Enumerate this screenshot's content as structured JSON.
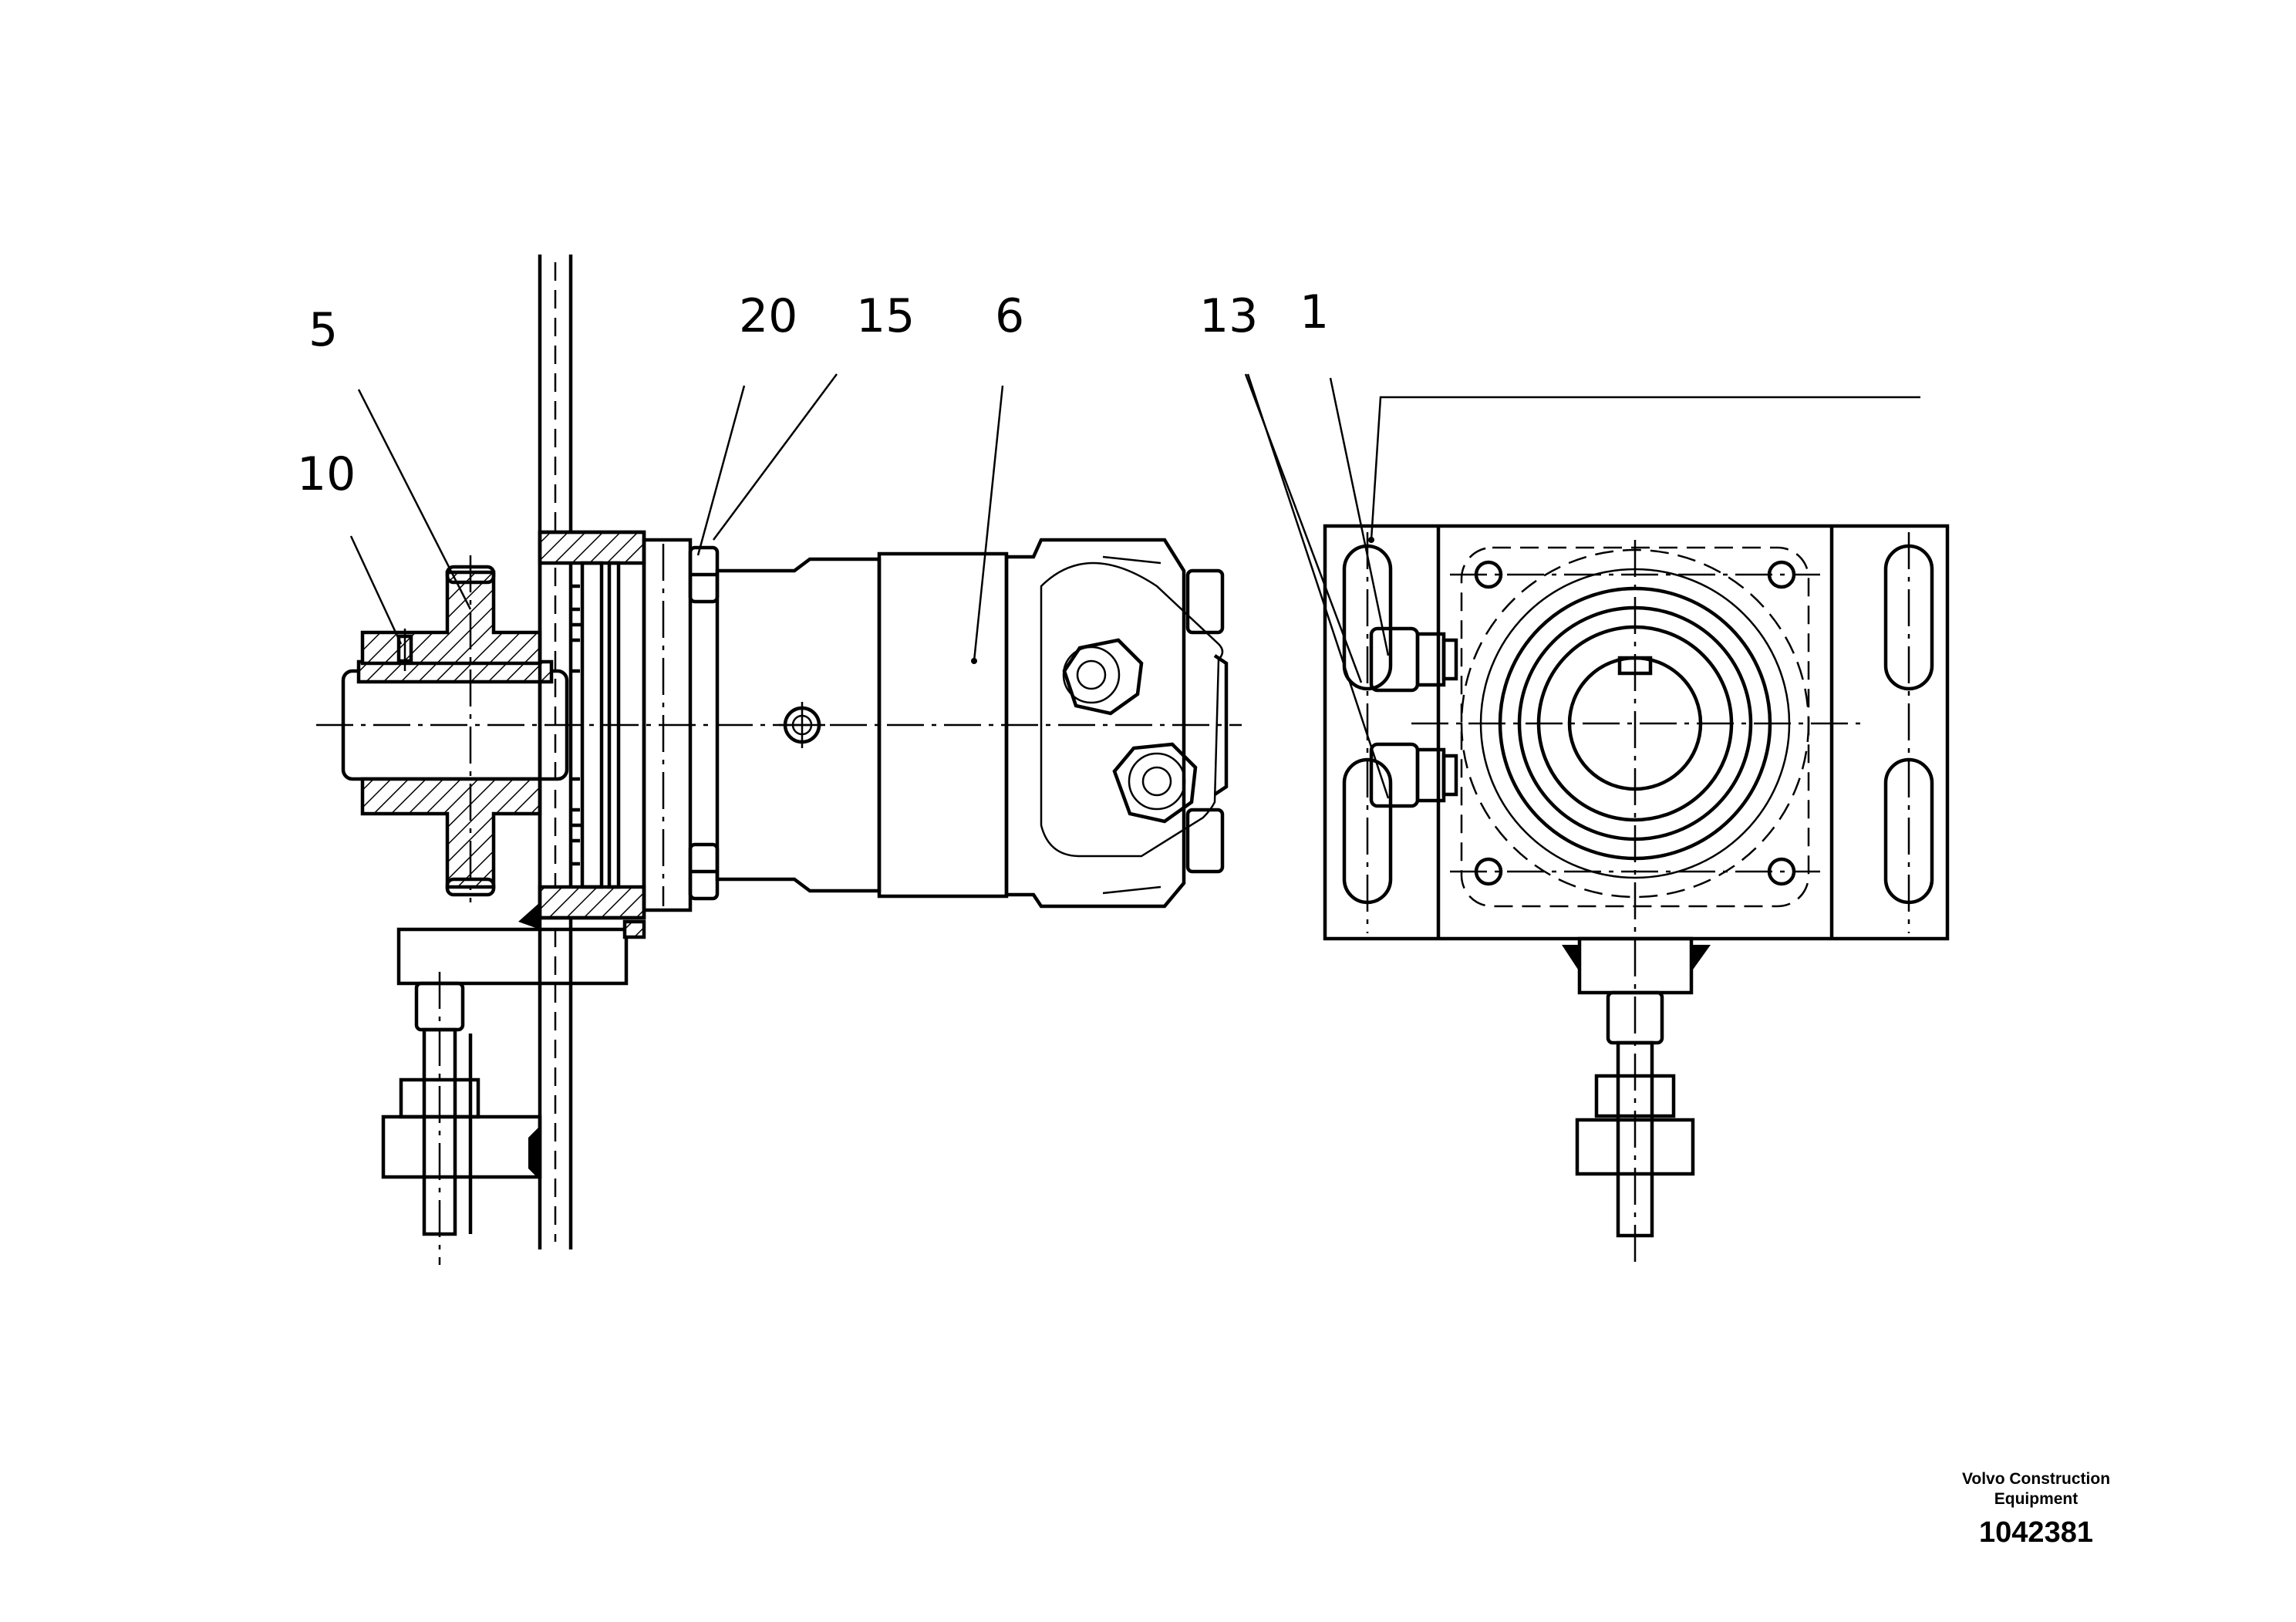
{
  "callouts": {
    "c5": "5",
    "c10": "10",
    "c20": "20",
    "c15": "15",
    "c6": "6",
    "c13": "13",
    "c1": "1"
  },
  "footer": {
    "company": "Volvo Construction Equipment",
    "document_number": "1042381"
  }
}
